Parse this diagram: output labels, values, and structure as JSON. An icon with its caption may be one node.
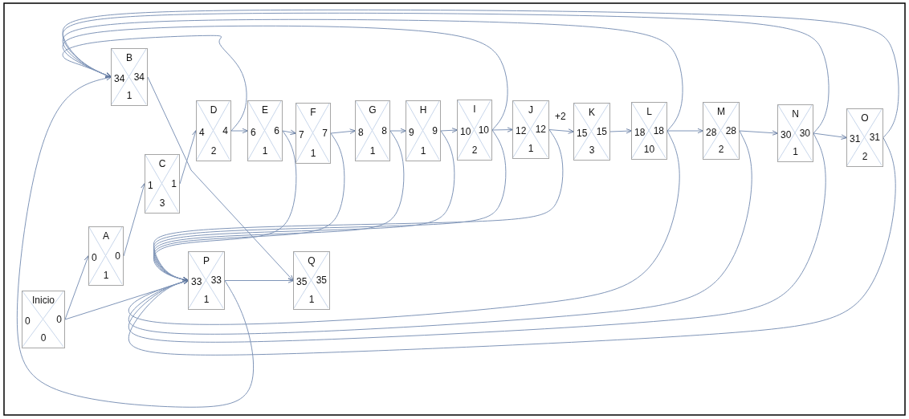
{
  "diagram": {
    "nodes": [
      {
        "text": [
          "Inicio",
          "0",
          "0",
          "0"
        ]
      },
      {
        "text": [
          "A",
          "0",
          "0",
          "1"
        ]
      },
      {
        "text": [
          "B",
          "34",
          "34",
          "1"
        ]
      },
      {
        "text": [
          "C",
          "1",
          "1",
          "3"
        ]
      },
      {
        "text": [
          "D",
          "4",
          "4",
          "2"
        ]
      },
      {
        "text": [
          "E",
          "6",
          "6",
          "1"
        ]
      },
      {
        "text": [
          "F",
          "7",
          "7",
          "1"
        ]
      },
      {
        "text": [
          "G",
          "8",
          "8",
          "1"
        ]
      },
      {
        "text": [
          "H",
          "9",
          "9",
          "1"
        ]
      },
      {
        "text": [
          "I",
          "10",
          "10",
          "2"
        ]
      },
      {
        "text": [
          "J",
          "12",
          "12",
          "1"
        ]
      },
      {
        "text": [
          "K",
          "15",
          "15",
          "3"
        ]
      },
      {
        "text": [
          "L",
          "18",
          "18",
          "10"
        ]
      },
      {
        "text": [
          "M",
          "28",
          "28",
          "2"
        ]
      },
      {
        "text": [
          "N",
          "30",
          "30",
          "1"
        ]
      },
      {
        "text": [
          "O",
          "31",
          "31",
          "2"
        ]
      },
      {
        "text": [
          "P",
          "33",
          "33",
          "1"
        ]
      },
      {
        "text": [
          "Q",
          "35",
          "35",
          "1"
        ]
      }
    ],
    "edges": [
      {
        "from": 0,
        "to": 1,
        "arrow": "to"
      },
      {
        "from": 0,
        "to": 16,
        "arrow": "to"
      },
      {
        "from": 1,
        "to": 3,
        "arrow": "to"
      },
      {
        "from": 3,
        "to": 4,
        "arrow": "to"
      },
      {
        "from": 4,
        "to": 5,
        "arrow": "to"
      },
      {
        "from": 5,
        "to": 6,
        "arrow": "to"
      },
      {
        "from": 6,
        "to": 7,
        "arrow": "to"
      },
      {
        "from": 7,
        "to": 8,
        "arrow": "to"
      },
      {
        "from": 8,
        "to": 9,
        "arrow": "to"
      },
      {
        "from": 9,
        "to": 10,
        "arrow": "to"
      },
      {
        "from": 10,
        "to": 11,
        "arrow": "to",
        "label": "+2"
      },
      {
        "from": 11,
        "to": 12,
        "arrow": "to"
      },
      {
        "from": 12,
        "to": 13,
        "arrow": "to"
      },
      {
        "from": 13,
        "to": 14,
        "arrow": "to"
      },
      {
        "from": 14,
        "to": 15,
        "arrow": "to"
      },
      {
        "from": 2,
        "to": 17,
        "arrow": "to"
      },
      {
        "from": 16,
        "to": 17,
        "arrow": "to"
      },
      {
        "from": 4,
        "to": 2,
        "arrow": "to"
      },
      {
        "from": 9,
        "to": 2,
        "arrow": "to"
      },
      {
        "from": 12,
        "to": 2,
        "arrow": "to"
      },
      {
        "from": 14,
        "to": 2,
        "arrow": "to"
      },
      {
        "from": 15,
        "to": 2,
        "arrow": "to"
      },
      {
        "from": 16,
        "to": 2,
        "arrow": "to"
      },
      {
        "from": 5,
        "to": 16,
        "arrow": "to"
      },
      {
        "from": 6,
        "to": 16,
        "arrow": "to"
      },
      {
        "from": 7,
        "to": 16,
        "arrow": "to"
      },
      {
        "from": 8,
        "to": 16,
        "arrow": "to"
      },
      {
        "from": 9,
        "to": 16,
        "arrow": "to"
      },
      {
        "from": 10,
        "to": 16,
        "arrow": "to"
      },
      {
        "from": 12,
        "to": 16,
        "arrow": "to"
      },
      {
        "from": 13,
        "to": 16,
        "arrow": "to"
      },
      {
        "from": 14,
        "to": 16,
        "arrow": "to"
      },
      {
        "from": 15,
        "to": 16,
        "arrow": "to"
      }
    ]
  }
}
